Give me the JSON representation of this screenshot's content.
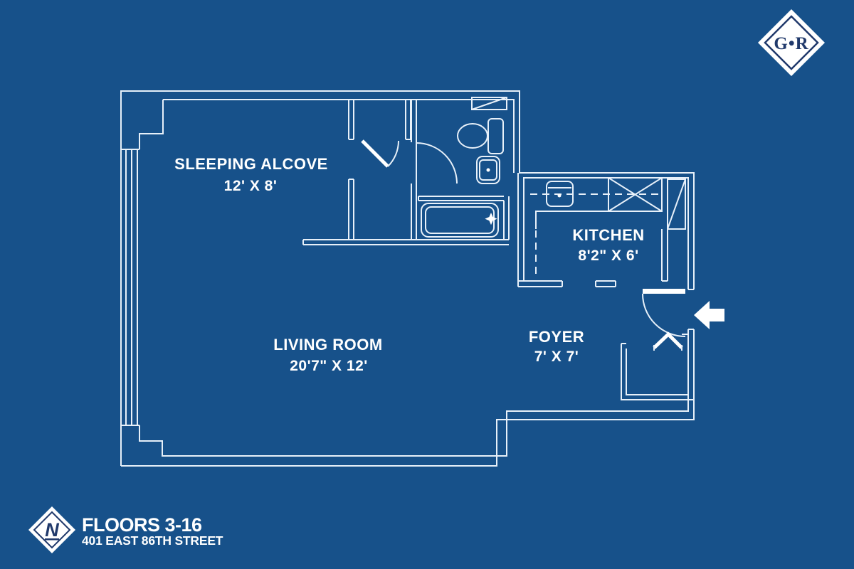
{
  "colors": {
    "background": "#17518A",
    "wall_line": "#E7F0F9",
    "text_white": "#FFFFFF",
    "navy_accent": "#20396B"
  },
  "logo": {
    "monogram": "G•R"
  },
  "north_badge": {
    "letter": "N"
  },
  "footer": {
    "floors": "FLOORS 3-16",
    "address": "401 EAST 86TH STREET"
  },
  "rooms": [
    {
      "name": "SLEEPING ALCOVE",
      "dims": "12' X 8'"
    },
    {
      "name": "KITCHEN",
      "dims": "8'2\" X 6'"
    },
    {
      "name": "LIVING ROOM",
      "dims": "20'7\" X 12'"
    },
    {
      "name": "FOYER",
      "dims": "7' X 7'"
    }
  ],
  "icons": {
    "entry_arrow": "left-arrow",
    "north_indicator": "diamond-N",
    "brand_mark": "diamond-monogram",
    "fixtures": [
      "bathtub",
      "toilet",
      "bathroom-sink",
      "medicine-cabinet",
      "kitchen-sink",
      "refrigerator",
      "closet-door",
      "bifold-door",
      "door-swing-arc",
      "window-band"
    ]
  }
}
